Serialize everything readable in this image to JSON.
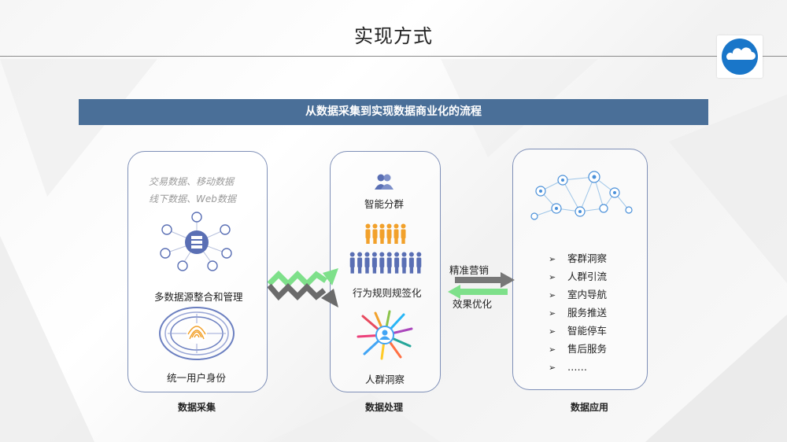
{
  "slide": {
    "title": "实现方式"
  },
  "banner": {
    "text": "从数据采集到实现数据商业化的流程"
  },
  "panels": {
    "collection": {
      "sources_line1": "交易数据、移动数据",
      "sources_line2": "线下数据、Web数据",
      "integration_label": "多数据源整合和管理",
      "identity_label": "统一用户身份",
      "caption": "数据采集"
    },
    "processing": {
      "segmentation_label": "智能分群",
      "behavior_label": "行为规则规签化",
      "insight_label": "人群洞察",
      "caption": "数据处理"
    },
    "application": {
      "items": [
        "客群洞察",
        "人群引流",
        "室内导航",
        "服务推送",
        "智能停车",
        "售后服务",
        "……"
      ],
      "bullet": "➢",
      "caption": "数据应用"
    }
  },
  "arrows": {
    "forward_label": "精准营销",
    "back_label": "效果优化"
  },
  "colors": {
    "banner": "#4a6f98",
    "panel_border": "#7e8fb7",
    "accent_green": "#7ee08a",
    "accent_gray": "#6b6b6b",
    "icon_blue": "#5a6fb4",
    "person_orange": "#f2a12b",
    "logo_blue": "#1976c9"
  }
}
